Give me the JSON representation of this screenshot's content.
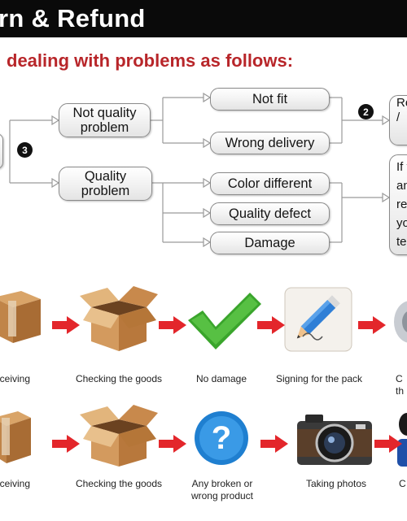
{
  "header": {
    "title": "rn & Refund"
  },
  "subtitle": "dealing with problems as follows:",
  "flow": {
    "step_badges": {
      "badge_2": "2",
      "badge_3": "3"
    },
    "categories": [
      {
        "label": "Not quality problem"
      },
      {
        "label": "Quality problem"
      }
    ],
    "issues": [
      {
        "label": "Not fit"
      },
      {
        "label": "Wrong delivery"
      },
      {
        "label": "Color different"
      },
      {
        "label": "Quality defect"
      },
      {
        "label": "Damage"
      }
    ],
    "right_box_top": {
      "lines": [
        "Re",
        "/"
      ]
    },
    "right_box_bottom": {
      "lines": [
        "If y",
        "an",
        "rec",
        "yo",
        "tel"
      ]
    }
  },
  "process_rows": [
    {
      "steps": [
        {
          "icon": "cardboard-box-icon",
          "label": "eceiving"
        },
        {
          "icon": "open-box-icon",
          "label": "Checking the goods"
        },
        {
          "icon": "green-checkmark-icon",
          "label": "No damage"
        },
        {
          "icon": "pencil-signing-icon",
          "label": "Signing for the pack"
        },
        {
          "icon": "partial-icon",
          "label": "C th"
        }
      ]
    },
    {
      "steps": [
        {
          "icon": "cardboard-box-icon",
          "label": "eceiving"
        },
        {
          "icon": "open-box-icon",
          "label": "Checking the goods"
        },
        {
          "icon": "question-mark-icon",
          "label": "Any broken or wrong product"
        },
        {
          "icon": "camera-icon",
          "label": "Taking photos"
        },
        {
          "icon": "partial-icon",
          "label": "C"
        }
      ]
    }
  ],
  "colors": {
    "accent_red": "#b8262a",
    "arrow_red": "#e3262b",
    "check_green": "#3aa52c",
    "question_blue": "#1f7fd0"
  }
}
